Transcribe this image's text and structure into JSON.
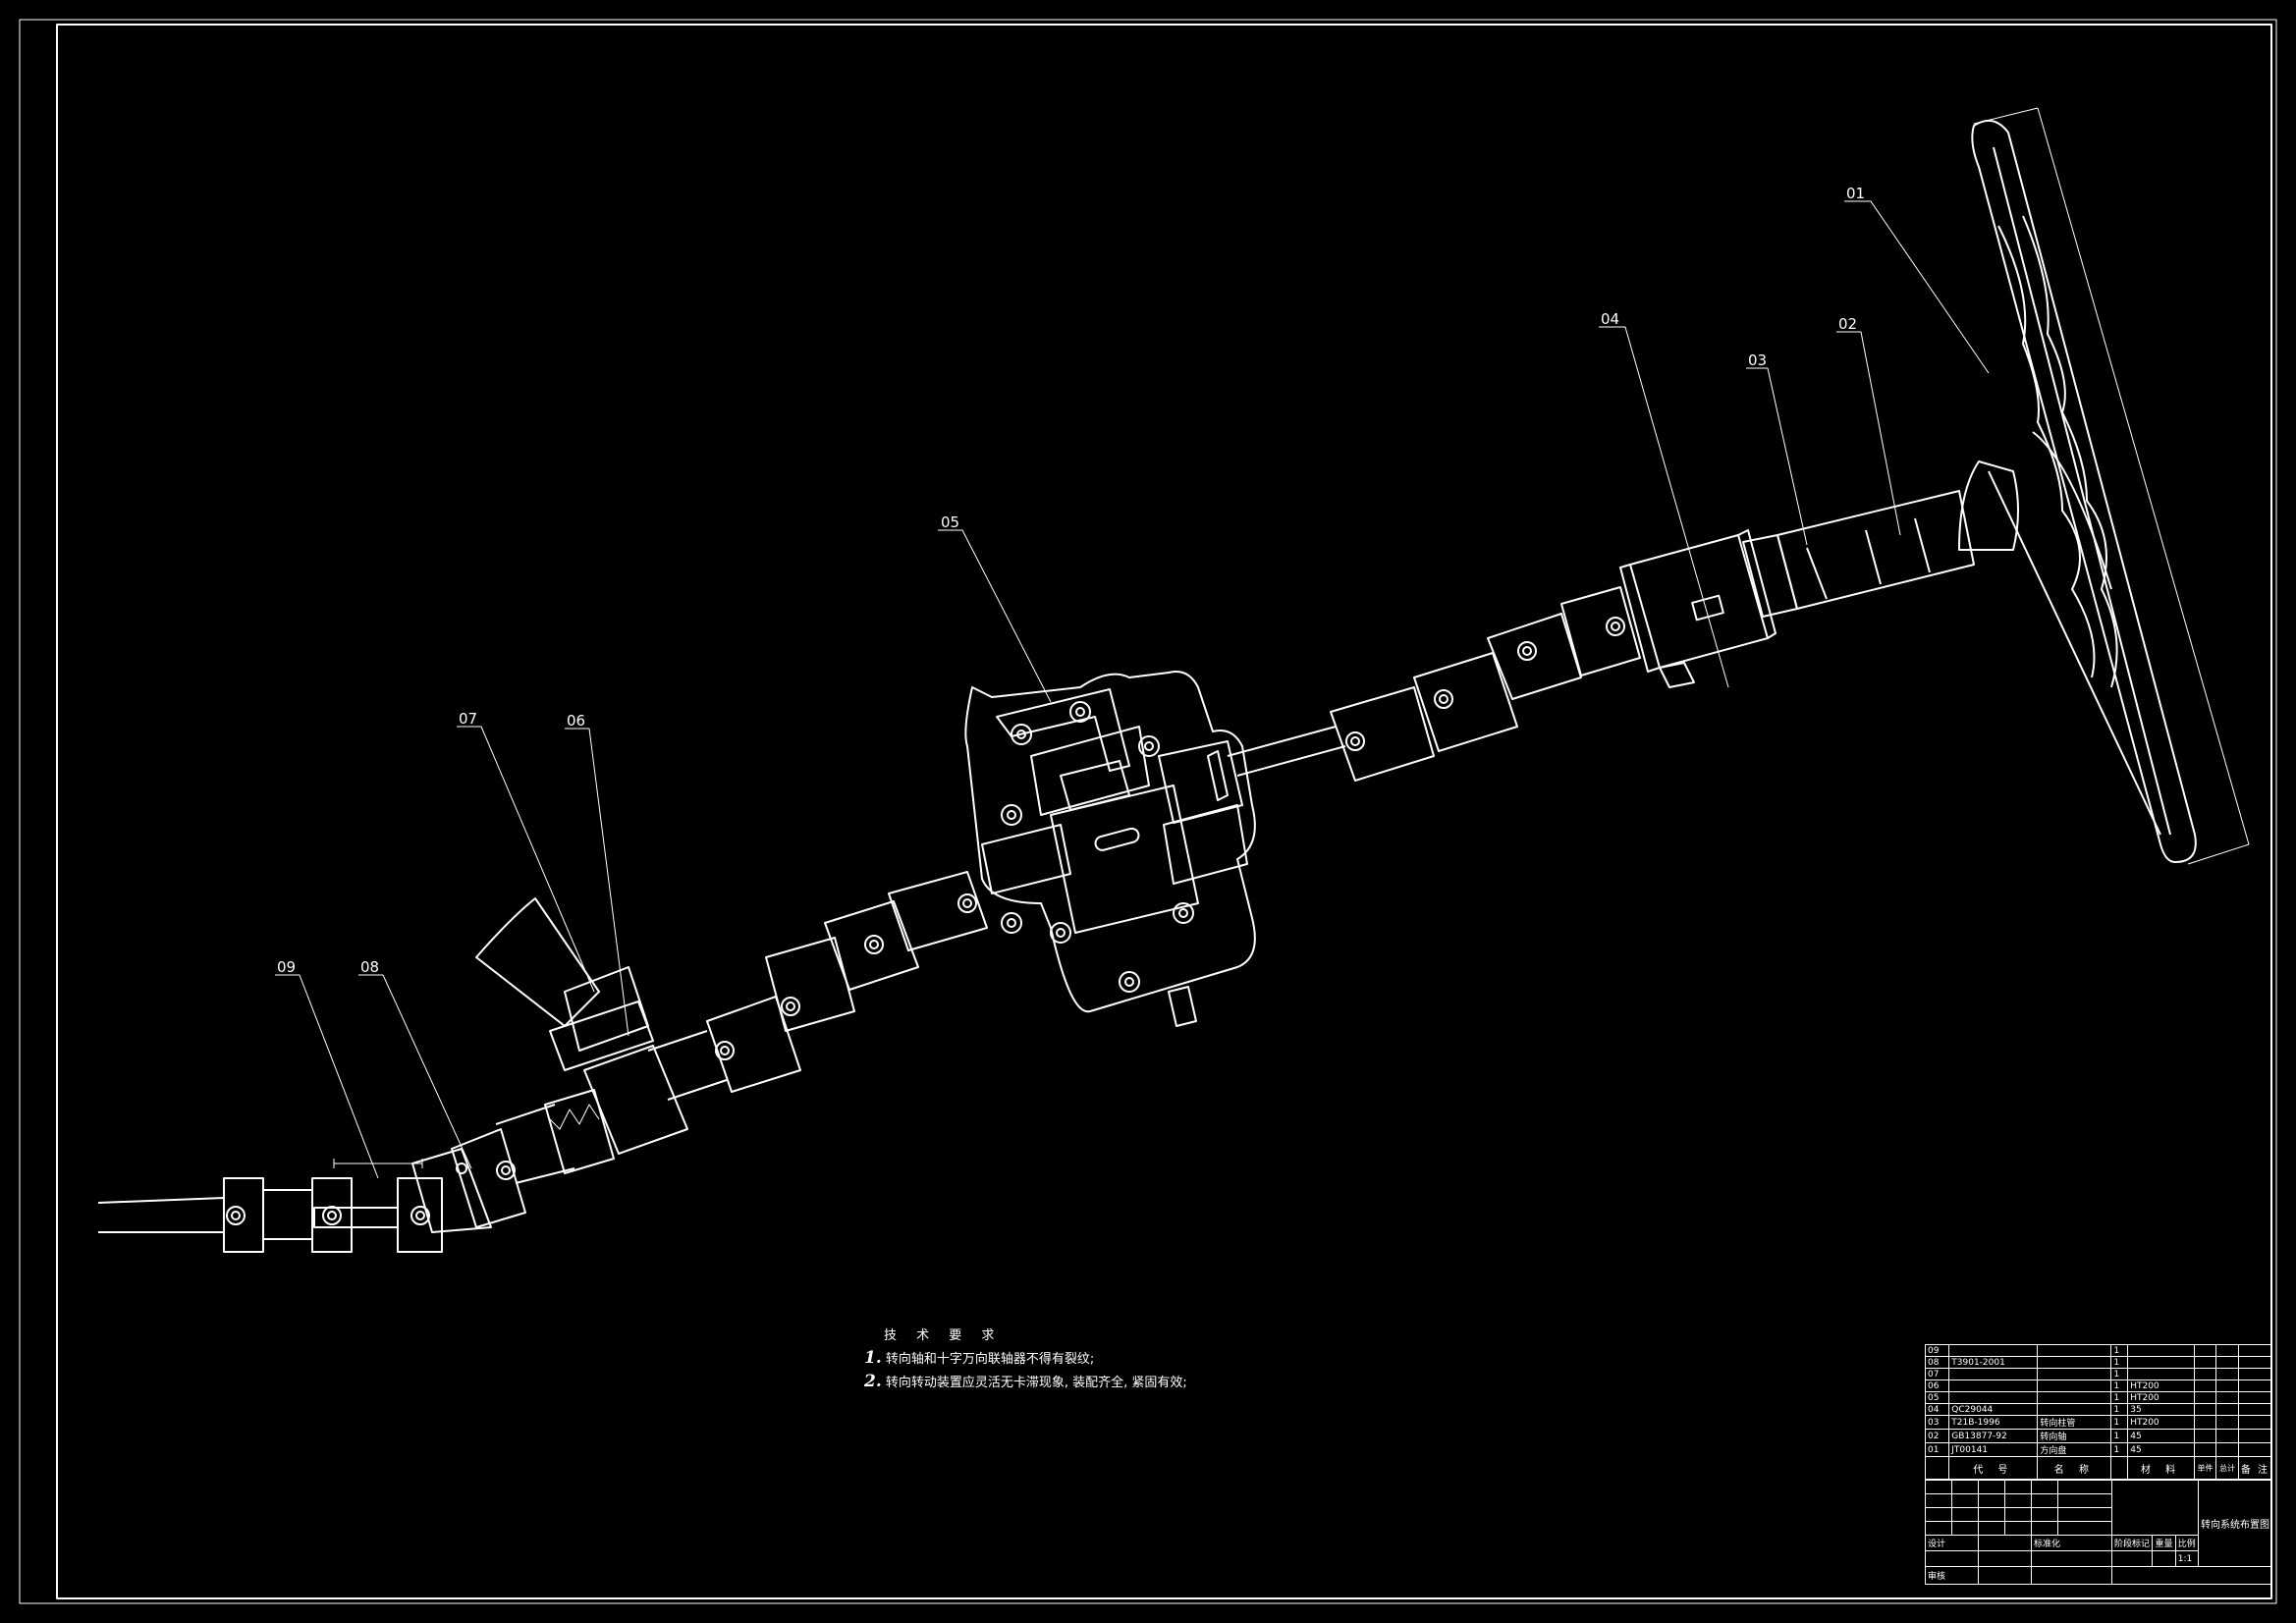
{
  "leaders": [
    {
      "id": "01",
      "label": "01"
    },
    {
      "id": "02",
      "label": "02"
    },
    {
      "id": "03",
      "label": "03"
    },
    {
      "id": "04",
      "label": "04"
    },
    {
      "id": "05",
      "label": "05"
    },
    {
      "id": "06",
      "label": "06"
    },
    {
      "id": "07",
      "label": "07"
    },
    {
      "id": "08",
      "label": "08"
    },
    {
      "id": "09",
      "label": "09"
    }
  ],
  "tech_requirements": {
    "title": "技 术 要 求",
    "items": [
      {
        "num": "1.",
        "text": "转向轴和十字万向联轴器不得有裂纹;"
      },
      {
        "num": "2.",
        "text": "转向转动装置应灵活无卡滞现象, 装配齐全, 紧固有效;"
      }
    ]
  },
  "parts_list": {
    "rows": [
      {
        "no": "09",
        "code": "",
        "name": "",
        "qty": "1",
        "material": ""
      },
      {
        "no": "08",
        "code": "T3901-2001",
        "name": "",
        "qty": "1",
        "material": ""
      },
      {
        "no": "07",
        "code": "",
        "name": "",
        "qty": "1",
        "material": ""
      },
      {
        "no": "06",
        "code": "",
        "name": "",
        "qty": "1",
        "material": "HT200"
      },
      {
        "no": "05",
        "code": "",
        "name": "",
        "qty": "1",
        "material": "HT200"
      },
      {
        "no": "04",
        "code": "QC29044",
        "name": "",
        "qty": "1",
        "material": "35"
      },
      {
        "no": "03",
        "code": "T21B-1996",
        "name": "转向柱管",
        "qty": "1",
        "material": "HT200"
      },
      {
        "no": "02",
        "code": "GB13877-92",
        "name": "转向轴",
        "qty": "1",
        "material": "45"
      },
      {
        "no": "01",
        "code": "JT00141",
        "name": "方向盘",
        "qty": "1",
        "material": "45"
      }
    ],
    "header": {
      "code": "代 号",
      "name": "名 称",
      "material": "材 料",
      "remark": "备 注",
      "unit_weight": "单件",
      "total_weight": "总计"
    },
    "drawing_title": "转向系统布置图",
    "design": "设计",
    "review": "审核",
    "standardize": "标准化",
    "stage_mark": "阶段标记",
    "weight": "重量",
    "scale": "比例",
    "scale_value": "1:1"
  },
  "colors": {
    "background": "#000000",
    "line": "#ffffff"
  }
}
